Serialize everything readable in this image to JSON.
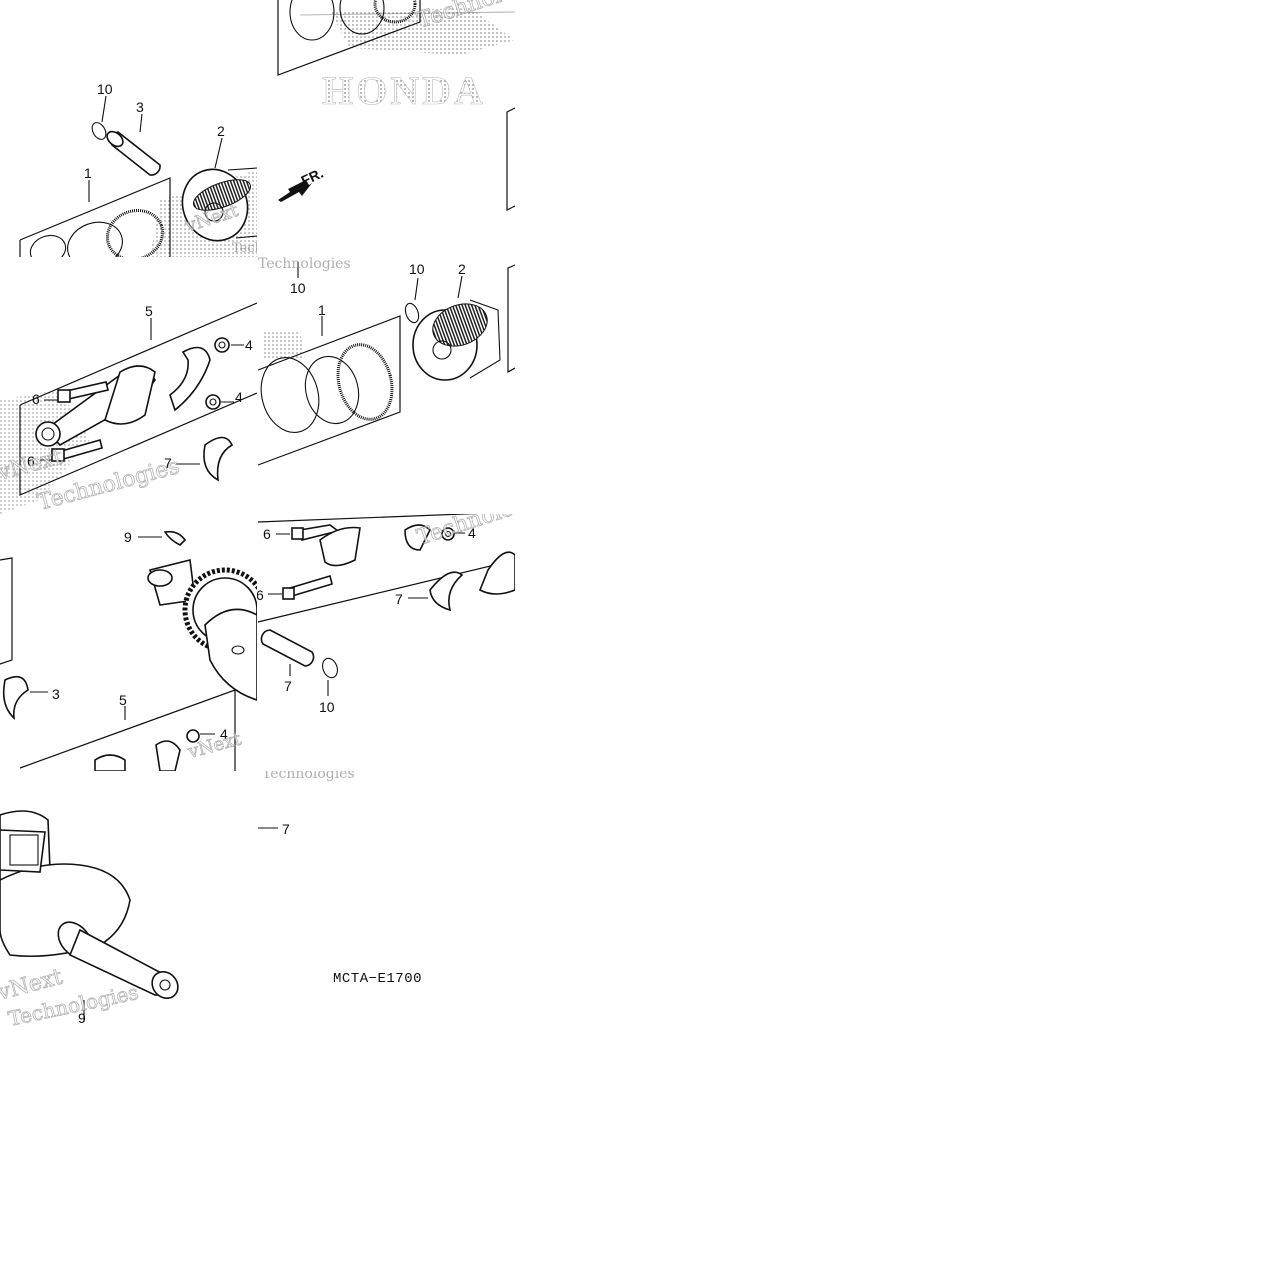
{
  "diagram": {
    "code": "MCTA−E1700",
    "brand": "HONDA",
    "direction_label": "FR.",
    "watermark_lines": [
      "vNext",
      "Technologies"
    ],
    "callouts": [
      {
        "id": "c1",
        "num": "10"
      },
      {
        "id": "c2",
        "num": "3"
      },
      {
        "id": "c3",
        "num": "2"
      },
      {
        "id": "c4",
        "num": "1"
      },
      {
        "id": "c5",
        "num": "10"
      },
      {
        "id": "c6",
        "num": "10"
      },
      {
        "id": "c7",
        "num": "2"
      },
      {
        "id": "c8",
        "num": "5"
      },
      {
        "id": "c9",
        "num": "1"
      },
      {
        "id": "c10",
        "num": "4"
      },
      {
        "id": "c11",
        "num": "6"
      },
      {
        "id": "c12",
        "num": "4"
      },
      {
        "id": "c13",
        "num": "6"
      },
      {
        "id": "c14",
        "num": "7"
      },
      {
        "id": "c15",
        "num": "9"
      },
      {
        "id": "c16",
        "num": "6"
      },
      {
        "id": "c17",
        "num": "4"
      },
      {
        "id": "c18",
        "num": "6"
      },
      {
        "id": "c19",
        "num": "7"
      },
      {
        "id": "c20",
        "num": "7"
      },
      {
        "id": "c21",
        "num": "3"
      },
      {
        "id": "c22",
        "num": "10"
      },
      {
        "id": "c23",
        "num": "5"
      },
      {
        "id": "c24",
        "num": "4"
      },
      {
        "id": "c25",
        "num": "7"
      },
      {
        "id": "c26",
        "num": "9"
      }
    ]
  }
}
